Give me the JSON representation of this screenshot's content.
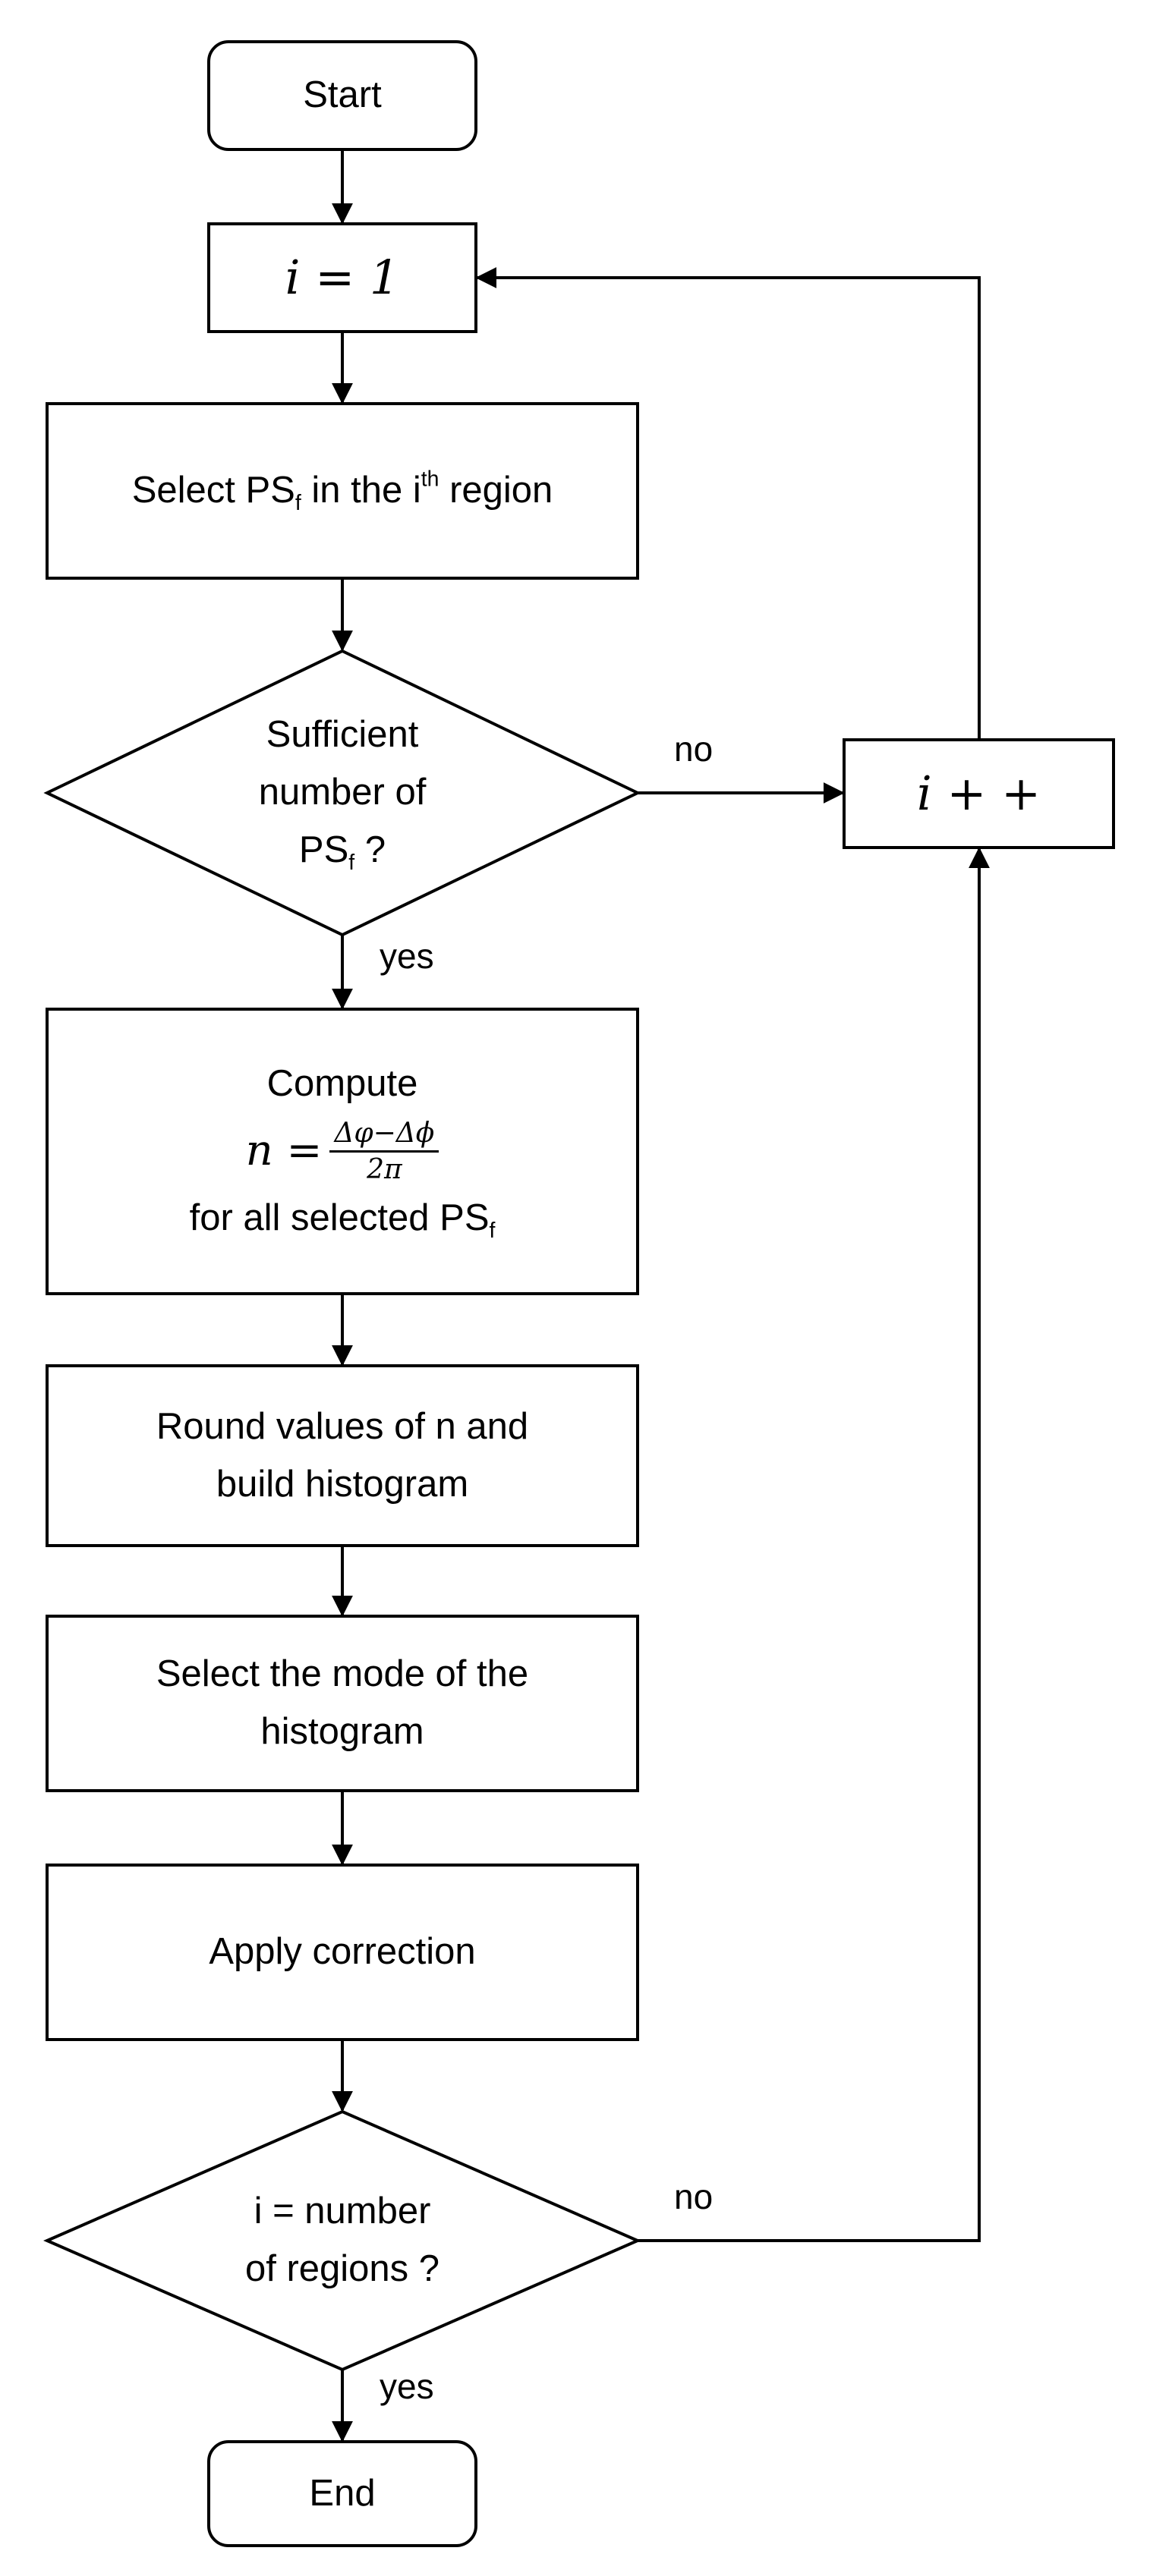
{
  "flowchart": {
    "start": "Start",
    "init": "i = 1",
    "select_pre": "Select PS",
    "select_sub": "f",
    "select_mid": " in the i",
    "select_sup": "th",
    "select_post": " region",
    "decision1_line1": "Sufficient",
    "decision1_line2": "number of",
    "decision1_line3_pre": "PS",
    "decision1_line3_sub": "f",
    "decision1_line3_post": " ?",
    "no_label_1": "no",
    "yes_label_1": "yes",
    "increment": "i + +",
    "compute_title": "Compute",
    "formula_lhs": "n =",
    "formula_num": "Δφ−Δϕ",
    "formula_den": "2π",
    "compute_footer_pre": "for all selected PS",
    "compute_footer_sub": "f",
    "round_line1": "Round values of n and",
    "round_line2": "build histogram",
    "mode_line1": "Select the mode of the",
    "mode_line2": "histogram",
    "apply": "Apply correction",
    "decision2_line1": "i = number",
    "decision2_line2": "of regions ?",
    "no_label_2": "no",
    "yes_label_2": "yes",
    "end": "End"
  }
}
